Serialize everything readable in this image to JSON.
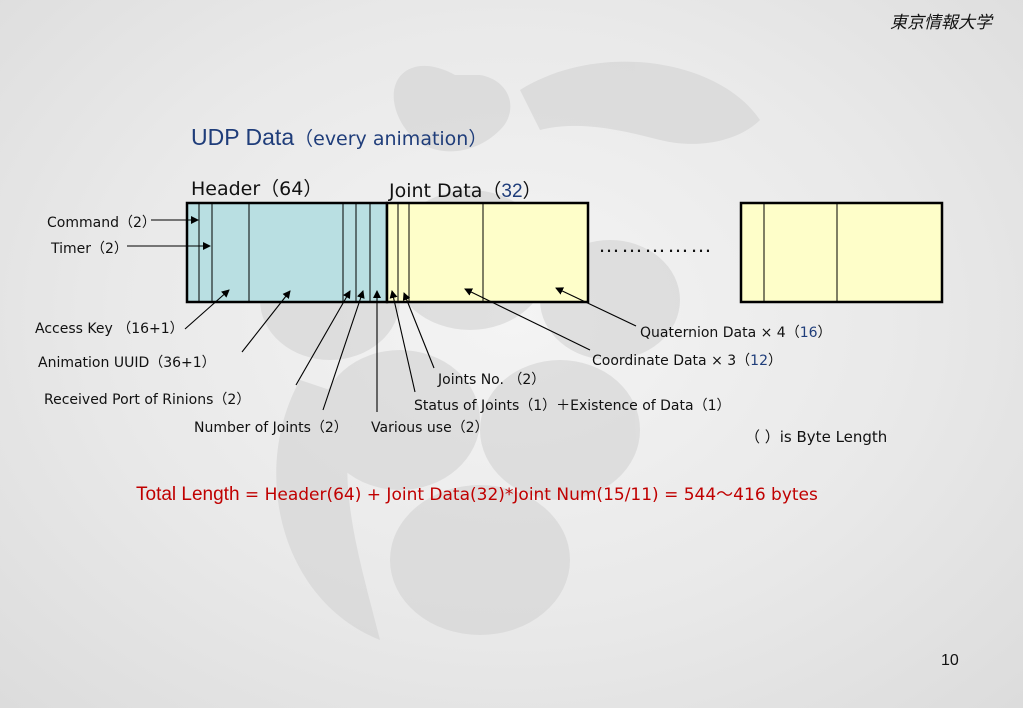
{
  "header_right": "東京情報大学",
  "title": {
    "main": "UDP Data",
    "sub": "（every animation）"
  },
  "header_label": "Header（64）",
  "joint_label": {
    "prefix": "Joint Data（",
    "num": "32",
    "suffix": "）"
  },
  "ellipsis": "……………",
  "labels": {
    "command": "Command（2）",
    "timer": "Timer（2）",
    "access_key": "Access Key （16+1）",
    "animation_uuid": "Animation UUID（36+1）",
    "received_port": "Received Port of Rinions（2）",
    "number_of_joints": "Number of Joints（2）",
    "various_use": "Various use（2）",
    "joints_no": "Joints No. （2）",
    "status": "Status of Joints（1）＋Existence of Data（1）",
    "coordinate_prefix": "Coordinate Data × 3（",
    "coordinate_num": "12",
    "quaternion_prefix": "Quaternion Data × 4（",
    "quaternion_num": "16",
    "close_paren": "）",
    "byte_length": "（ ）is Byte Length"
  },
  "total": {
    "lead": "Total Length",
    "rest": " = Header(64) + Joint Data(32)*Joint Num(15/11)  = 544～416 bytes"
  },
  "page_number": "10",
  "colors": {
    "header_fill": "#b9dfe2",
    "joint_fill": "#fefec9",
    "title": "#1f3d7a",
    "total": "#c00000"
  }
}
